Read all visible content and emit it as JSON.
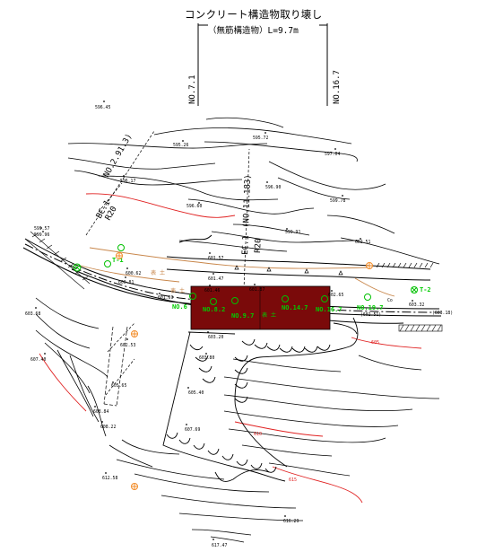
{
  "title": "コンクリート構造物取り壊し",
  "subtitle": "（無筋構造物）L=9.7m",
  "stations_top": [
    "NO.7.1",
    "NO.16.7"
  ],
  "curve_labels": [
    "NO.2.91.3)",
    "(NO.11.183)",
    "BC.1",
    "R20",
    "EC.1",
    "R20"
  ],
  "survey_points": [
    "T-1",
    "T-2"
  ],
  "green_stations": [
    "NO.6",
    "NO.8.2",
    "NO.9.7",
    "NO.14.7",
    "NO.16.7",
    "NO.19.7"
  ],
  "soil_labels": [
    "表 土",
    "表 土",
    "表 土"
  ],
  "co_label": "Co",
  "elevations": [
    "596.45",
    "595.26",
    "595.72",
    "597.04",
    "596.17",
    "596.90",
    "599.78",
    "596.60",
    "599.91",
    "602.51",
    "599.57",
    "599.96",
    "601.57",
    "600.62",
    "600.81",
    "601.47",
    "601.46",
    "601.69",
    "601.87",
    "602.65",
    "603.32",
    "(602.51)",
    "(603.18)",
    "603.68",
    "603.20",
    "602.53",
    "607.40",
    "603.80",
    "605.40",
    "605.65",
    "608.84",
    "608.22",
    "607.69",
    "612.58",
    "616.29",
    "617.47"
  ],
  "contour_labels": [
    "605",
    "610",
    "615"
  ],
  "colors": {
    "demolition_fill": "#7a0a0a",
    "station_green": "#00cc00",
    "contour_red": "#e02020",
    "survey_orange": "#f28c28",
    "road_tan": "#c8864a"
  }
}
